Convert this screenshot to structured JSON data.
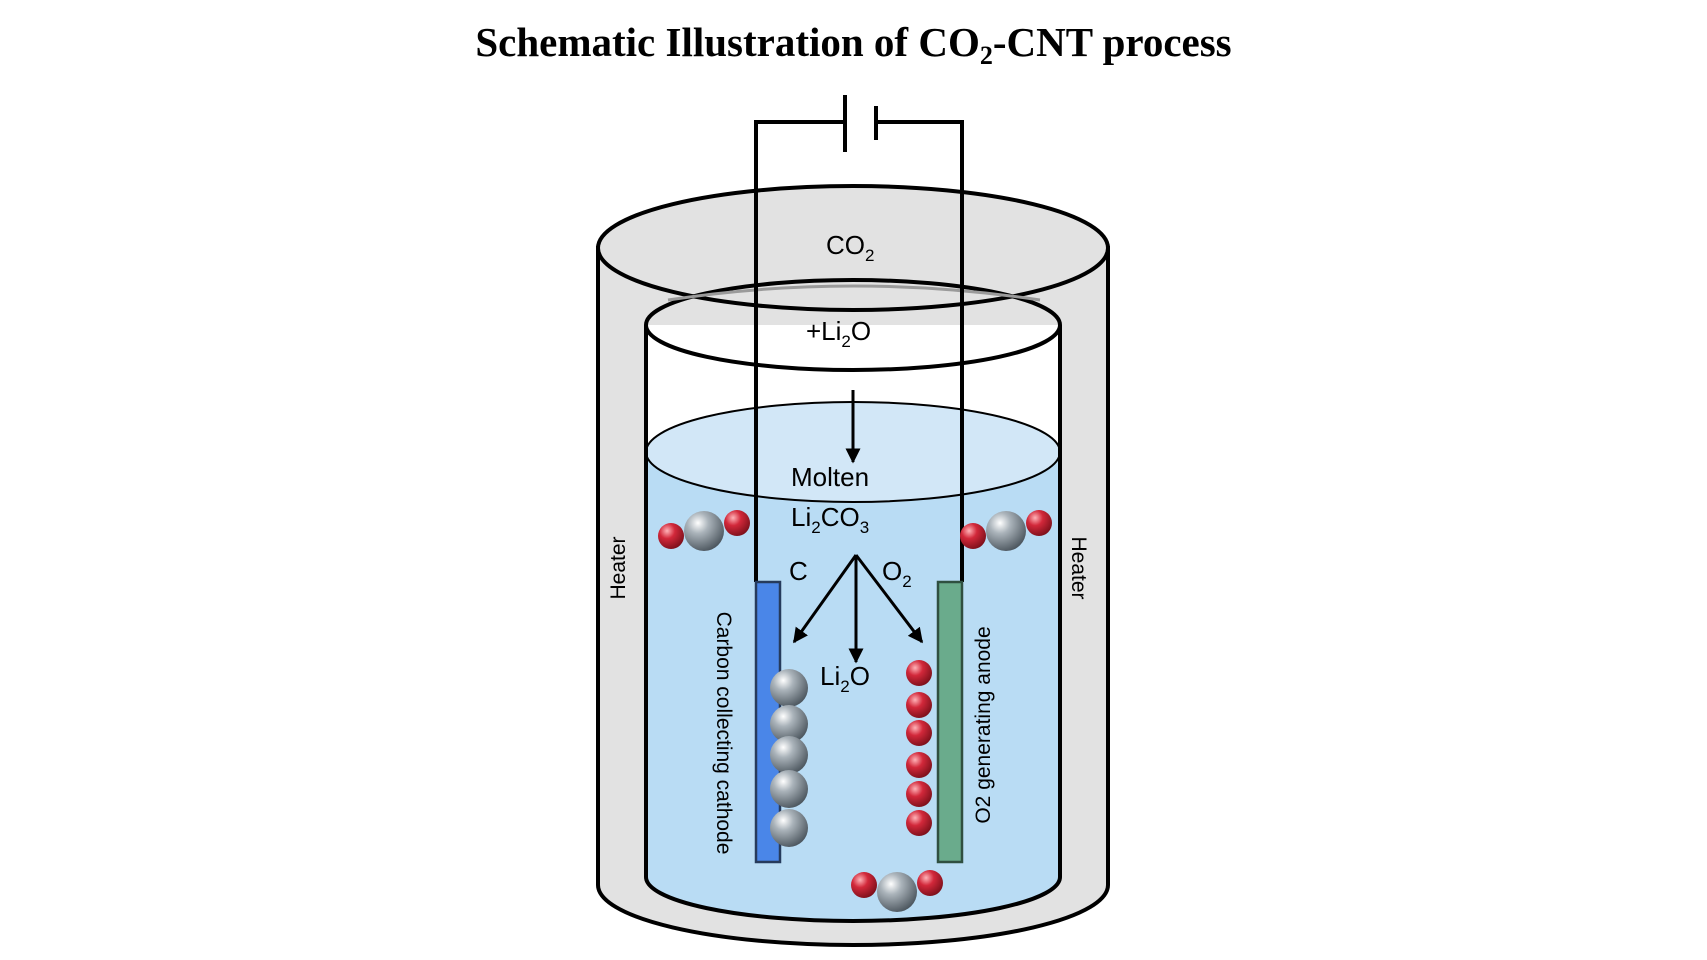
{
  "title": {
    "prefix": "Schematic Illustration of CO",
    "sub": "2",
    "suffix": "-CNT process"
  },
  "labels": {
    "co2": {
      "main": "CO",
      "sub": "2"
    },
    "li2o_top": {
      "pre": "+Li",
      "sub": "2",
      "post": "O"
    },
    "molten": "Molten",
    "li2co3": {
      "a": "Li",
      "sa": "2",
      "b": "CO",
      "sb": "3"
    },
    "c": "C",
    "o2": {
      "main": "O",
      "sub": "2"
    },
    "li2o_bottom": {
      "pre": "Li",
      "sub": "2",
      "post": "O"
    },
    "heater_left": "Heater",
    "heater_right": "Heater",
    "cathode": "Carbon collecting cathode",
    "anode": "O2 generating anode"
  },
  "colors": {
    "heater": "#e2e2e2",
    "liquid": "#b9dcf4",
    "liquid_surface": "#d2e7f7",
    "cathode": "#4a86e8",
    "anode": "#6aab8c",
    "carbon_atom": "#7e8a93",
    "oxygen_atom": "#d2283a"
  }
}
